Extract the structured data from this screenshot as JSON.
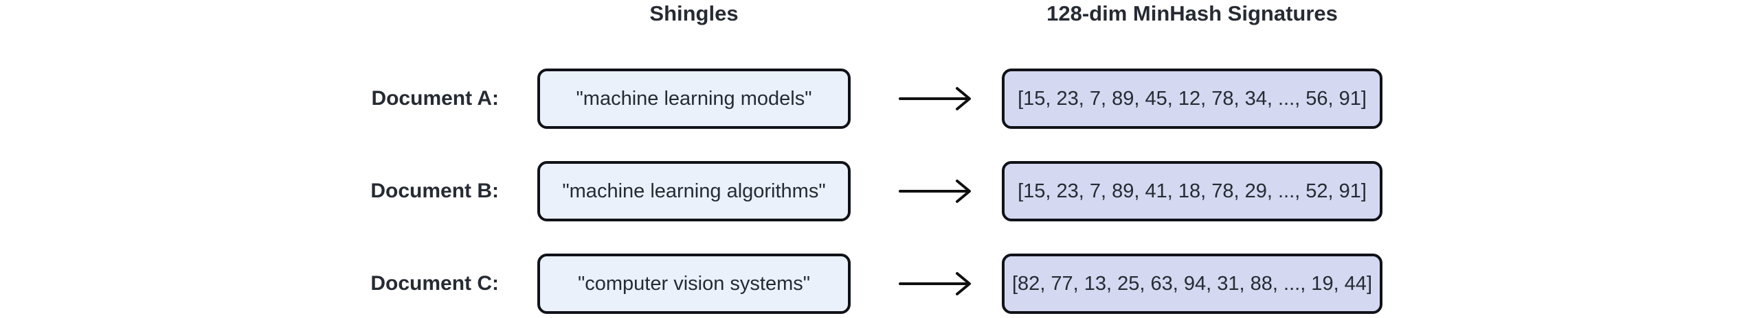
{
  "headers": {
    "shingles": "Shingles",
    "signatures": "128-dim MinHash Signatures"
  },
  "rows": [
    {
      "label": "Document A:",
      "shingle": "\"machine learning models\"",
      "signature": "[15, 23, 7, 89, 45, 12, 78, 34, ..., 56, 91]"
    },
    {
      "label": "Document B:",
      "shingle": "\"machine learning algorithms\"",
      "signature": "[15, 23, 7, 89, 41, 18, 78, 29, ..., 52, 91]"
    },
    {
      "label": "Document C:",
      "shingle": "\"computer vision systems\"",
      "signature": "[82, 77, 13, 25, 63, 94, 31, 88, ..., 19, 44]"
    }
  ],
  "icons": {
    "arrow": "right-arrow-icon"
  },
  "colors": {
    "background": "#ffffff",
    "text": "#262b33",
    "box_border": "#101218",
    "shingle_box_fill": "#eaf1fa",
    "signature_box_fill": "#d4d8f0",
    "arrow": "#101010"
  }
}
